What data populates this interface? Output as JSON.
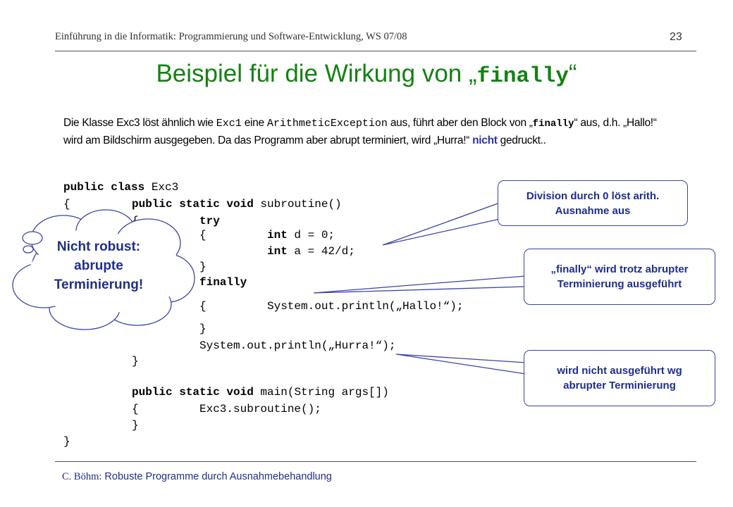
{
  "header": {
    "course": "Einführung in die Informatik: Programmierung und Software-Entwicklung, WS 07/08",
    "page_number": "23"
  },
  "title": {
    "prefix": "Beispiel für die Wirkung von „",
    "keyword": "finally",
    "suffix": "“"
  },
  "intro": {
    "p1": "Die Klasse Exc3 löst ähnlich wie ",
    "c1": "Exc1",
    "p2": " eine ",
    "c2": "ArithmeticException",
    "p3": " aus, führt aber den Block von „",
    "c3": "finally",
    "p4": "“ aus, d.h. „Hallo!“ wird am Bildschirm ausgegeben. Da das Programm aber abrupt terminiert, wird „Hurra!“ ",
    "highlight": "nicht",
    "p5": " gedruckt.."
  },
  "code": {
    "l1_kw": "public class",
    "l1_rest": " Exc3",
    "l2_brace": "{",
    "l2_kw": "public static void",
    "l2_rest": " subroutine()",
    "l3_brace": "{",
    "l3_kw": "try",
    "l4_brace": "{",
    "l4_kw": "int",
    "l4_rest": " d = 0;",
    "l5_kw": "int",
    "l5_rest": " a = 42/d;",
    "l6_brace": "}",
    "l7_kw": "finally",
    "l8_brace": "{",
    "l8_rest": "System.out.println(„Hallo!“);",
    "l9_brace": "}",
    "l10": "System.out.println(„Hurra!“);",
    "l11": "}",
    "l12_kw": "public static void",
    "l12_rest": " main(String args[])",
    "l13_brace": "{",
    "l13_rest": "Exc3.subroutine();",
    "l14": "}",
    "l15": "}"
  },
  "callouts": {
    "c1_line1": "Division durch 0 löst arith.",
    "c1_line2": "Ausnahme aus",
    "c2_line1": "„finally“ wird trotz abrupter",
    "c2_line2": "Terminierung ausgeführt",
    "c3_line1": "wird nicht ausgeführt wg",
    "c3_line2": "abrupter Terminierung"
  },
  "cloud": {
    "line1": "Nicht robust:",
    "line2": "abrupte",
    "line3": "Terminierung!"
  },
  "footer": {
    "author": "C. Böhm:",
    "text": " Robuste Programme durch Ausnahmebehandlung"
  },
  "colors": {
    "title_green": "#138213",
    "callout_blue": "#1f2e8c",
    "border_blue": "#3b45a6"
  }
}
